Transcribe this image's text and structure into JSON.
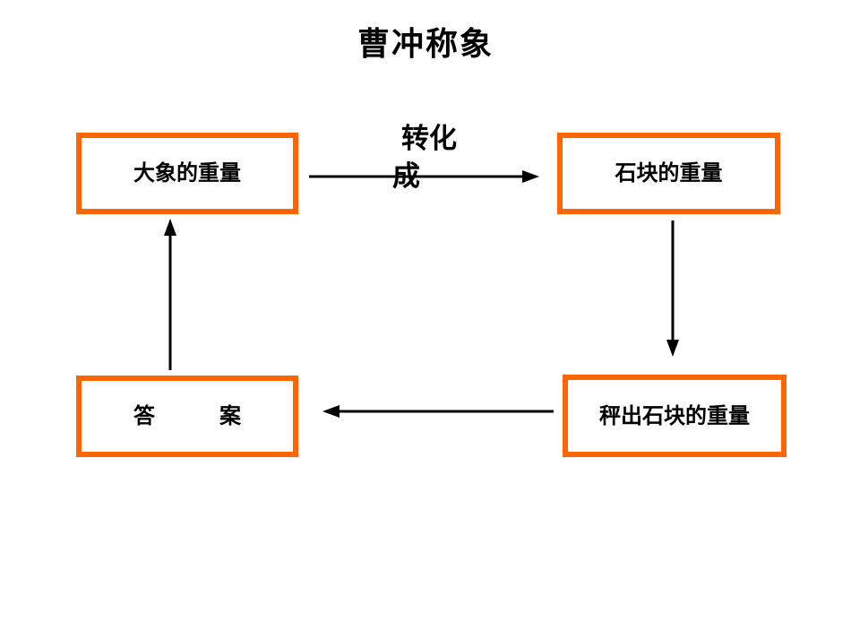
{
  "title": "曹冲称象",
  "colors": {
    "background": "#FFFFFF",
    "box_border": "#FF6600",
    "box_fill": "#FFFFFF",
    "arrow": "#000000",
    "text": "#000000"
  },
  "nodes": {
    "elephant": {
      "label": "大象的重量"
    },
    "stones": {
      "label": "石块的重量"
    },
    "answer": {
      "label": "答　　　案"
    },
    "weigh_stones": {
      "label": "秤出石块的重量"
    }
  },
  "edge_label": {
    "line1": "转化",
    "line2": "成"
  },
  "edges": [
    {
      "from": "大象的重量",
      "to": "石块的重量",
      "label": "转化成",
      "direction": "right"
    },
    {
      "from": "石块的重量",
      "to": "秤出石块的重量",
      "label": "",
      "direction": "down"
    },
    {
      "from": "秤出石块的重量",
      "to": "答案",
      "label": "",
      "direction": "left"
    },
    {
      "from": "答案",
      "to": "大象的重量",
      "label": "",
      "direction": "up"
    }
  ]
}
